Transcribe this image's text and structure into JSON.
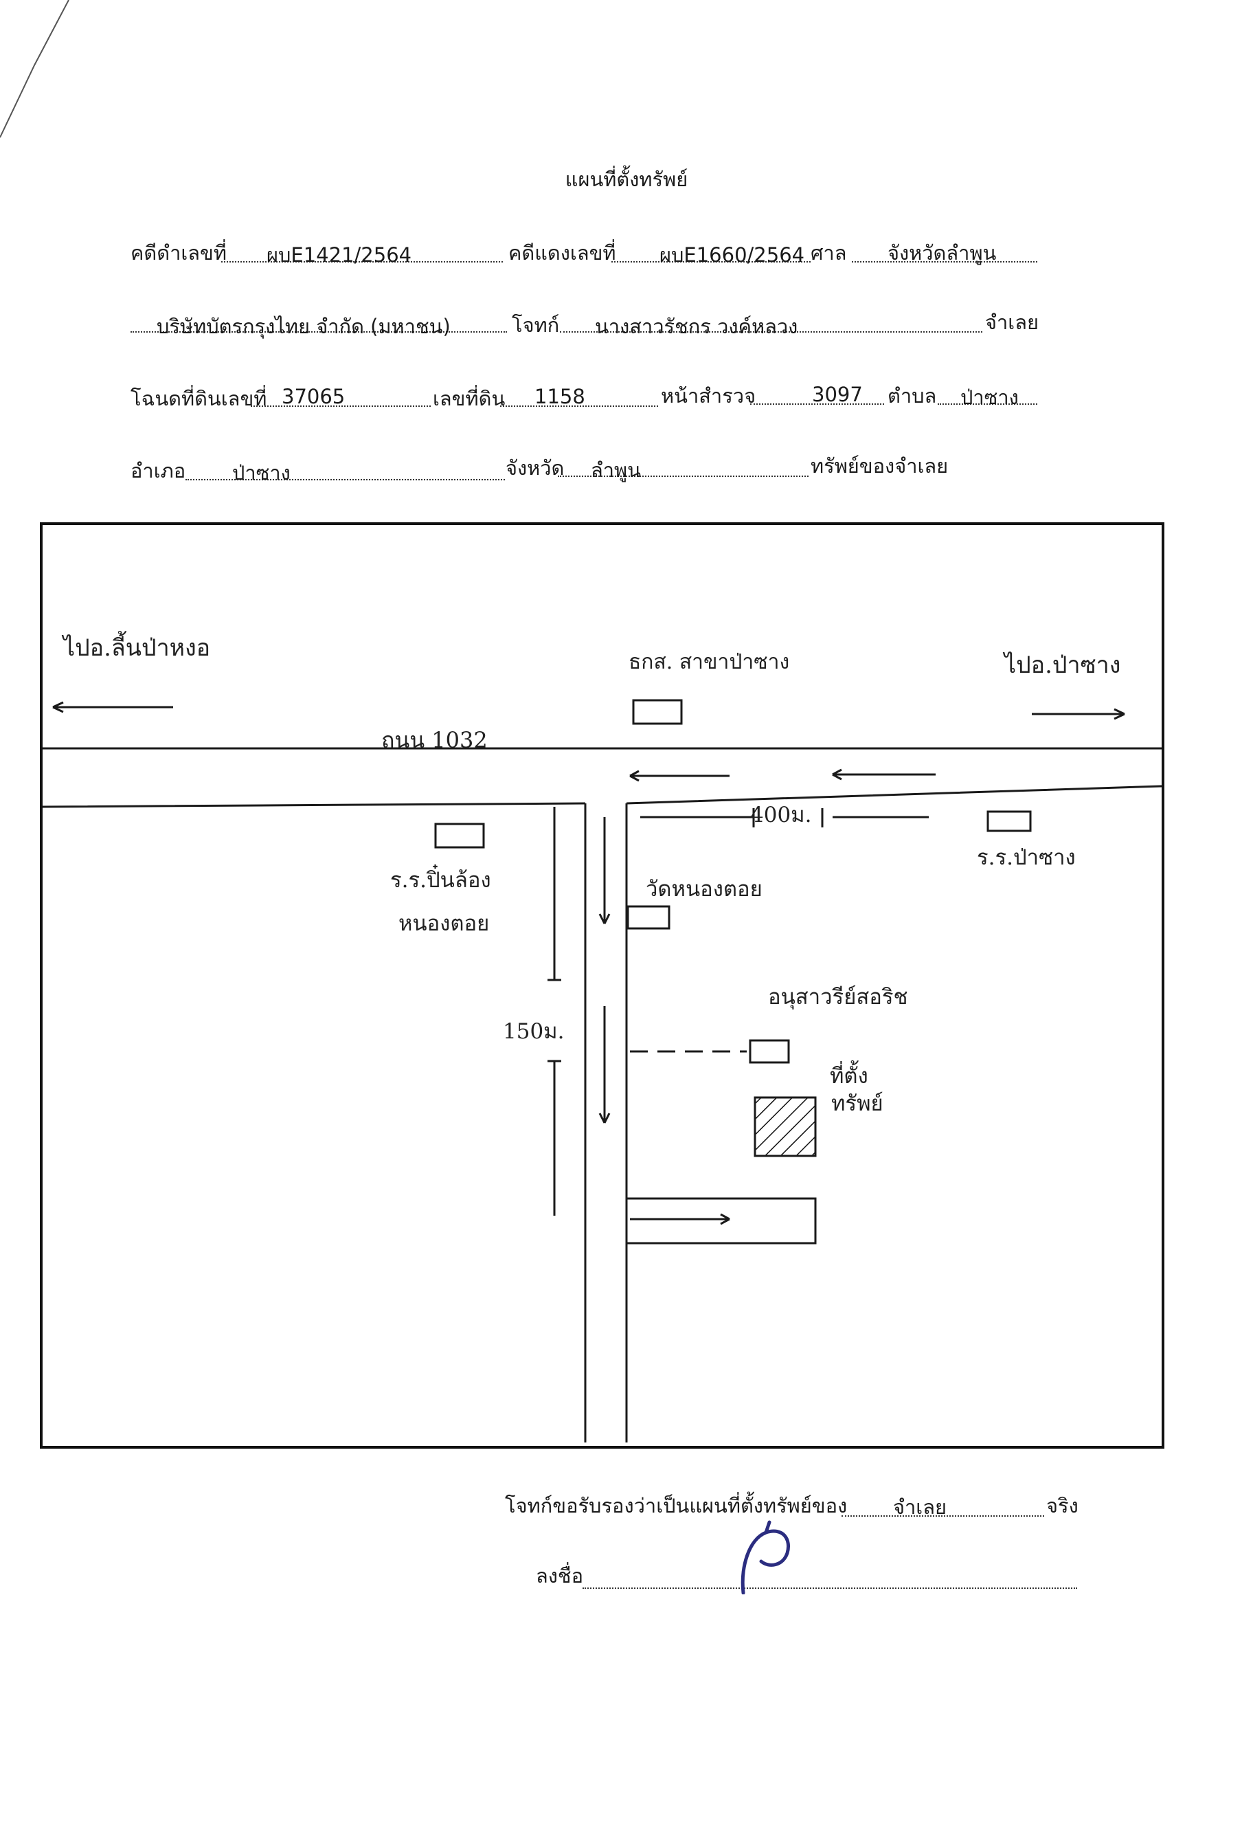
{
  "document": {
    "title": "แผนที่ตั้งทรัพย์",
    "row1": {
      "black_case_label": "คดีดำเลขที่",
      "black_case_value": "ผบE1421/2564",
      "red_case_label": "คดีแดงเลขที่",
      "red_case_value": "ผบE1660/2564",
      "court_label": "ศาล",
      "court_value": "จังหวัดลำพูน"
    },
    "row2": {
      "plaintiff_value": "บริษัทบัตรกรุงไทย จำกัด (มหาชน)",
      "plaintiff_label": "โจทก์",
      "defendant_value": "นางสาวรัชกร วงค์หลวง",
      "defendant_label": "จำเลย"
    },
    "row3": {
      "deed_label": "โฉนดที่ดินเลขที่",
      "deed_value": "37065",
      "land_no_label": "เลขที่ดิน",
      "land_no_value": "1158",
      "survey_label": "หน้าสำรวจ",
      "survey_value": "3097",
      "subdistrict_label": "ตำบล",
      "subdistrict_value": "ป่าซาง"
    },
    "row4": {
      "district_label": "อำเภอ",
      "district_value": "ป่าซาง",
      "province_label": "จังหวัด",
      "province_value": "ลำพูน",
      "owner_text": "ทรัพย์ของจำเลย"
    }
  },
  "map": {
    "to_left": "ไปอ.ลี้นป่าหงอ",
    "to_right": "ไปอ.ป่าซาง",
    "bank": "ธกส. สาขาป่าซาง",
    "road": "ถนน 1032",
    "school_right": "ร.ร.ป่าซาง",
    "school_left_line1": "ร.ร.ปิ๋นล้อง",
    "school_left_line2": "หนองตอย",
    "temple": "วัดหนองตอย",
    "distance_400": "400ม.",
    "distance_side": "150ม.",
    "monument": "อนุสาวรีย์สอริช",
    "property_line1": "ที่ตั้ง",
    "property_line2": "ทรัพย์"
  },
  "footer": {
    "certify_prefix": "โจทก์ขอรับรองว่าเป็นแผนที่ตั้งทรัพย์ของ",
    "certify_value": "จำเลย",
    "certify_suffix": "จริง",
    "sign_label": "ลงชื่อ"
  },
  "colors": {
    "ink": "#1b1b1b",
    "signature": "#2b2d80"
  }
}
